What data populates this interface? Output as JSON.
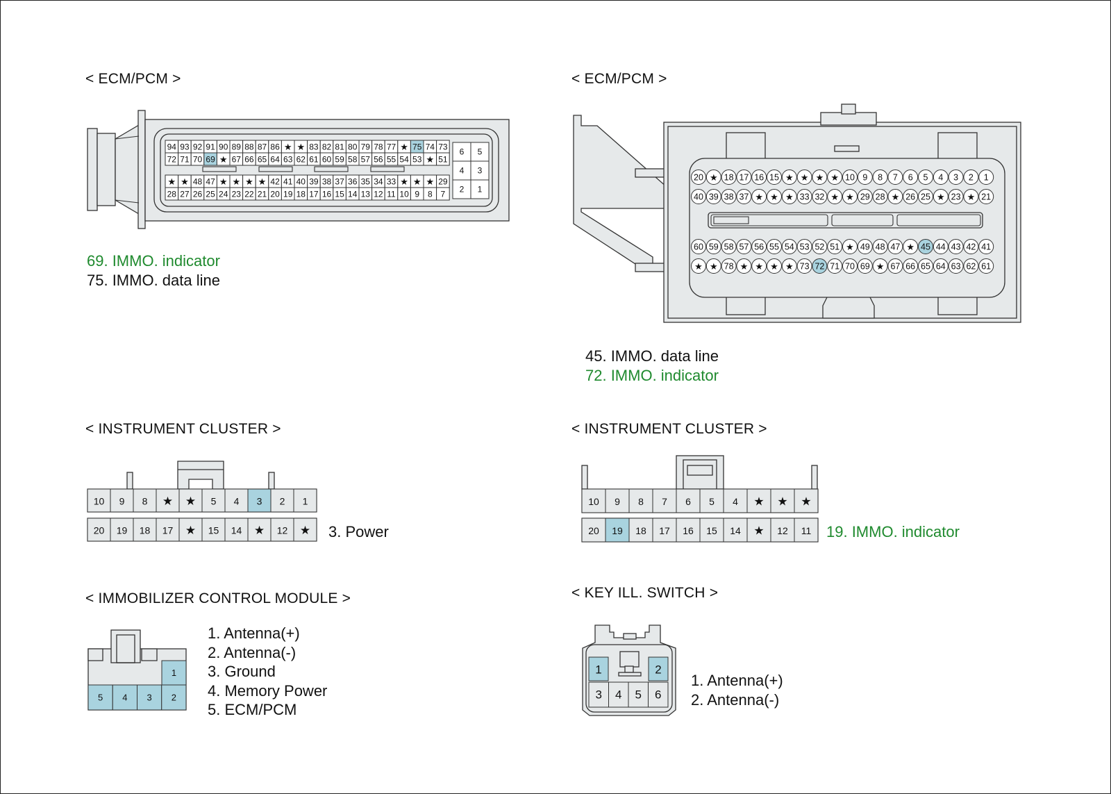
{
  "titles": {
    "ecm_left": "< ECM/PCM >",
    "ecm_right": "< ECM/PCM >",
    "cluster_left": "< INSTRUMENT CLUSTER >",
    "cluster_right": "< INSTRUMENT CLUSTER >",
    "immo_module": "< IMMOBILIZER CONTROL MODULE >",
    "key_switch": "< KEY ILL. SWITCH >"
  },
  "legends": {
    "ecm_left": [
      "69. IMMO. indicator",
      "75. IMMO. data line"
    ],
    "ecm_right": [
      "45. IMMO. data line",
      "72. IMMO. indicator"
    ],
    "cluster_left": [
      "3. Power"
    ],
    "cluster_right": [
      "19. IMMO. indicator"
    ],
    "immo_module": [
      "1. Antenna(+)",
      "2. Antenna(-)",
      "3. Ground",
      "4. Memory Power",
      "5. ECM/PCM"
    ],
    "key_switch": [
      "1. Antenna(+)",
      "2. Antenna(-)"
    ]
  },
  "colors": {
    "highlight": "#a9d3df",
    "body": "#e6e9ea",
    "legend_green": "#1f8a2e"
  },
  "connectors": {
    "ecm_left": {
      "rows": [
        [
          "94",
          "93",
          "92",
          "91",
          "90",
          "89",
          "88",
          "87",
          "86",
          "★",
          "★",
          "83",
          "82",
          "81",
          "80",
          "79",
          "78",
          "77",
          "★",
          "75",
          "74",
          "73"
        ],
        [
          "72",
          "71",
          "70",
          "69",
          "★",
          "67",
          "66",
          "65",
          "64",
          "63",
          "62",
          "61",
          "60",
          "59",
          "58",
          "57",
          "56",
          "55",
          "54",
          "53",
          "★",
          "51"
        ],
        [
          "★",
          "★",
          "48",
          "47",
          "★",
          "★",
          "★",
          "★",
          "42",
          "41",
          "40",
          "39",
          "38",
          "37",
          "36",
          "35",
          "34",
          "33",
          "★",
          "★",
          "★",
          "29"
        ],
        [
          "28",
          "27",
          "26",
          "25",
          "24",
          "23",
          "22",
          "21",
          "20",
          "19",
          "18",
          "17",
          "16",
          "15",
          "14",
          "13",
          "12",
          "11",
          "10",
          "9",
          "8",
          "7"
        ]
      ],
      "side": [
        [
          "6",
          "5"
        ],
        [
          "4",
          "3"
        ],
        [
          "2",
          "1"
        ]
      ],
      "highlight": [
        "69",
        "75"
      ]
    },
    "ecm_right": {
      "rows": [
        [
          "20",
          "★",
          "18",
          "17",
          "16",
          "15",
          "★",
          "★",
          "★",
          "★",
          "10",
          "9",
          "8",
          "7",
          "6",
          "5",
          "4",
          "3",
          "2",
          "1"
        ],
        [
          "40",
          "39",
          "38",
          "37",
          "★",
          "★",
          "★",
          "33",
          "32",
          "★",
          "★",
          "29",
          "28",
          "★",
          "26",
          "25",
          "★",
          "23",
          "★",
          "21"
        ],
        [
          "60",
          "59",
          "58",
          "57",
          "56",
          "55",
          "54",
          "53",
          "52",
          "51",
          "★",
          "49",
          "48",
          "47",
          "★",
          "45",
          "44",
          "43",
          "42",
          "41"
        ],
        [
          "★",
          "★",
          "78",
          "★",
          "★",
          "★",
          "★",
          "73",
          "72",
          "71",
          "70",
          "69",
          "★",
          "67",
          "66",
          "65",
          "64",
          "63",
          "62",
          "61"
        ]
      ],
      "highlight": [
        "45",
        "72"
      ]
    },
    "cluster_left": {
      "rows": [
        [
          "10",
          "9",
          "8",
          "★",
          "★",
          "5",
          "4",
          "3",
          "2",
          "1"
        ],
        [
          "20",
          "19",
          "18",
          "17",
          "★",
          "15",
          "14",
          "★",
          "12",
          "★"
        ]
      ],
      "highlight": [
        "3"
      ]
    },
    "cluster_right": {
      "rows": [
        [
          "10",
          "9",
          "8",
          "7",
          "6",
          "5",
          "4",
          "★",
          "★",
          "★"
        ],
        [
          "20",
          "19",
          "18",
          "17",
          "16",
          "15",
          "14",
          "★",
          "12",
          "11"
        ]
      ],
      "highlight": [
        "19"
      ]
    },
    "immo_module": {
      "top": "1",
      "bottom": [
        "5",
        "4",
        "3",
        "2"
      ]
    },
    "key_switch": {
      "top": [
        "1",
        "2"
      ],
      "bottom": [
        "3",
        "4",
        "5",
        "6"
      ]
    }
  }
}
